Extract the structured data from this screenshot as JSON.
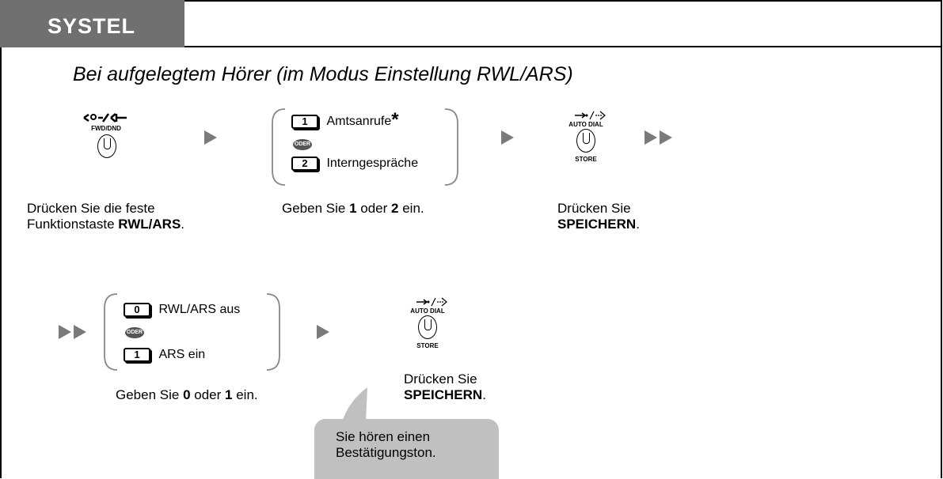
{
  "header": {
    "tab_label": "SYSTEL"
  },
  "heading": "Bei aufgelegtem Hörer (im Modus Einstellung RWL/ARS)",
  "keys": {
    "fwd_dnd_label": "FWD/DND",
    "auto_dial_label": "AUTO DIAL",
    "store_label": "STORE"
  },
  "step1": {
    "caption_line1": "Drücken Sie die feste",
    "caption_prefix": "Funktionstaste ",
    "caption_bold": "RWL/ARS",
    "caption_suffix": "."
  },
  "step2": {
    "option1_key": "1",
    "option1_label": "Amtsanrufe",
    "option1_mark": "*",
    "or_label": "ODER",
    "option2_key": "2",
    "option2_label": "Interngespräche",
    "caption_prefix": "Geben Sie ",
    "caption_bold1": "1",
    "caption_mid": " oder ",
    "caption_bold2": "2",
    "caption_suffix": " ein."
  },
  "step3": {
    "caption_line1": "Drücken Sie",
    "caption_bold": "SPEICHERN",
    "caption_suffix": "."
  },
  "step4": {
    "option1_key": "0",
    "option1_label": "RWL/ARS aus",
    "or_label": "ODER",
    "option2_key": "1",
    "option2_label": "ARS ein",
    "caption_prefix": "Geben Sie ",
    "caption_bold1": "0",
    "caption_mid": " oder ",
    "caption_bold2": "1",
    "caption_suffix": " ein."
  },
  "step5": {
    "caption_line1": "Drücken Sie",
    "caption_bold": "SPEICHERN",
    "caption_suffix": "."
  },
  "bubble": {
    "line1": "Sie hören einen",
    "line2": "Bestätigungston."
  }
}
